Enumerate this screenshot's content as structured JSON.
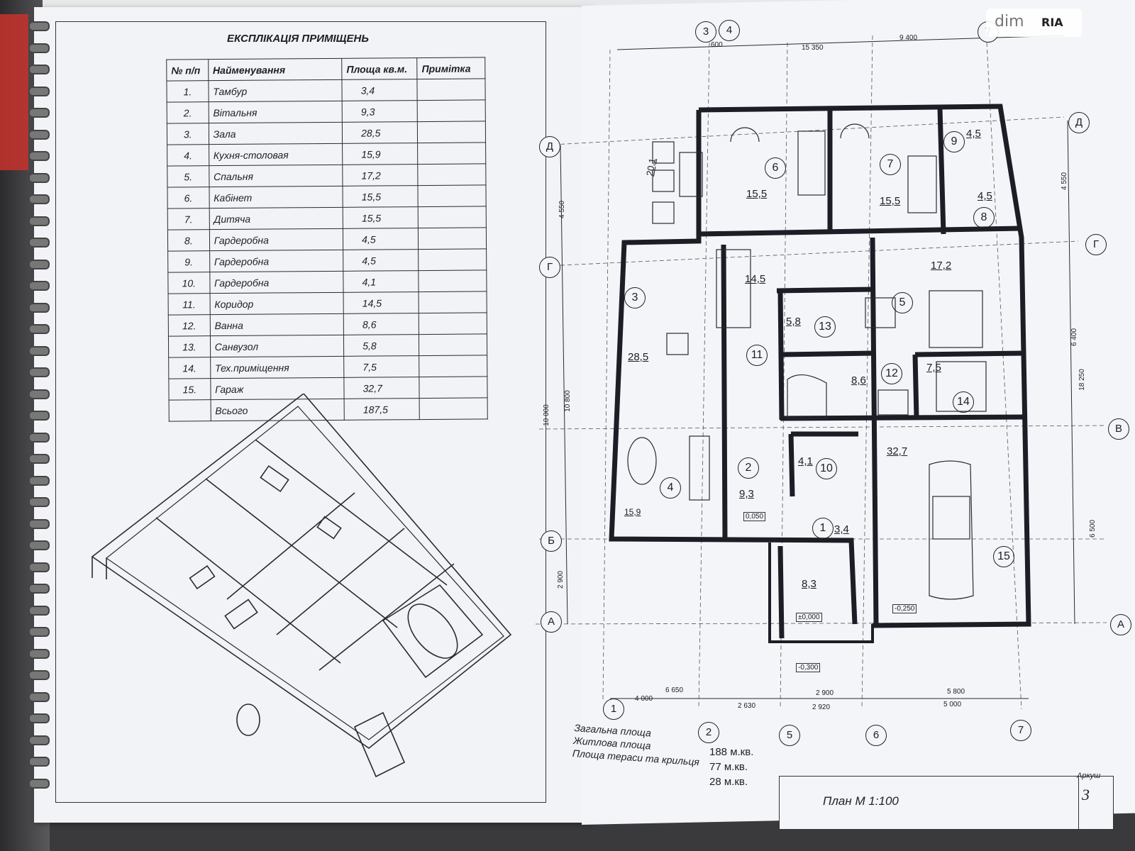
{
  "explication": {
    "title": "ЕКСПЛІКАЦІЯ  ПРИМІЩЕНЬ",
    "headers": [
      "№ п/п",
      "Найменування",
      "Площа кв.м.",
      "Примітка"
    ],
    "rows": [
      {
        "n": "1.",
        "name": "Тамбур",
        "area": "3,4"
      },
      {
        "n": "2.",
        "name": "Вітальня",
        "area": "9,3"
      },
      {
        "n": "3.",
        "name": "Зала",
        "area": "28,5"
      },
      {
        "n": "4.",
        "name": "Кухня-столовая",
        "area": "15,9"
      },
      {
        "n": "5.",
        "name": "Спальня",
        "area": "17,2"
      },
      {
        "n": "6.",
        "name": "Кабінет",
        "area": "15,5"
      },
      {
        "n": "7.",
        "name": "Дитяча",
        "area": "15,5"
      },
      {
        "n": "8.",
        "name": "Гардеробна",
        "area": "4,5"
      },
      {
        "n": "9.",
        "name": "Гардеробна",
        "area": "4,5"
      },
      {
        "n": "10.",
        "name": "Гардеробна",
        "area": "4,1"
      },
      {
        "n": "11.",
        "name": "Коридор",
        "area": "14,5"
      },
      {
        "n": "12.",
        "name": "Ванна",
        "area": "8,6"
      },
      {
        "n": "13.",
        "name": "Санвузол",
        "area": "5,8"
      },
      {
        "n": "14.",
        "name": "Тех.приміщення",
        "area": "7,5"
      },
      {
        "n": "15.",
        "name": "Гараж",
        "area": "32,7"
      }
    ],
    "total_label": "Всього",
    "total_area": "187,5"
  },
  "plan": {
    "room_areas": {
      "terrace": "20,1",
      "r6": "15,5",
      "r7": "15,5",
      "r9": "4,5",
      "r8": "4,5",
      "r5": "17,2",
      "r11": "14,5",
      "r13": "5,8",
      "r3": "28,5",
      "r12": "8,6",
      "r14": "7,5",
      "r15": "32,7",
      "r10": "4,1",
      "r2": "9,3",
      "r4": "15,9",
      "r1": "3,4",
      "porch": "8,3"
    },
    "room_numbers": [
      "1",
      "2",
      "3",
      "4",
      "5",
      "6",
      "7",
      "8",
      "9",
      "10",
      "11",
      "12",
      "13",
      "14",
      "15"
    ],
    "levels": {
      "living": "0,050",
      "garage": "-0,250",
      "porch": "±0,000",
      "porch_low": "-0,300"
    },
    "axes_top": [
      "3",
      "4",
      "7"
    ],
    "axes_bottom": [
      "1",
      "2",
      "5",
      "6",
      "7"
    ],
    "axes_left": [
      "Д",
      "Г",
      "Б",
      "А"
    ],
    "axes_right": [
      "Д",
      "Г",
      "В",
      "А"
    ],
    "dims_top": [
      "600",
      "15 350",
      "9 400"
    ],
    "dims_bottom": [
      "6 650",
      "2 900",
      "5 800",
      "4 000",
      "2 630",
      "2 920",
      "5 000"
    ],
    "dims_left": [
      "4 550",
      "10 800",
      "10 000",
      "2 900"
    ],
    "dims_right": [
      "4 550",
      "6 400",
      "18 250",
      "6 500"
    ]
  },
  "totals": {
    "labels": [
      "Загальна площа",
      "Житлова площа",
      "Площа тераси та крильця"
    ],
    "values": [
      "188  м.кв.",
      "77   м.кв.",
      "28   м.кв."
    ]
  },
  "stamp": {
    "title": "План   М 1:100",
    "sheet_label": "Аркуш",
    "sheet_no": "3"
  },
  "watermark": {
    "dim": "dim",
    "ria": "RIA"
  },
  "colors": {
    "paper": "#f4f5f8",
    "ink": "#1d1d26",
    "grid_dash": "#555555"
  }
}
